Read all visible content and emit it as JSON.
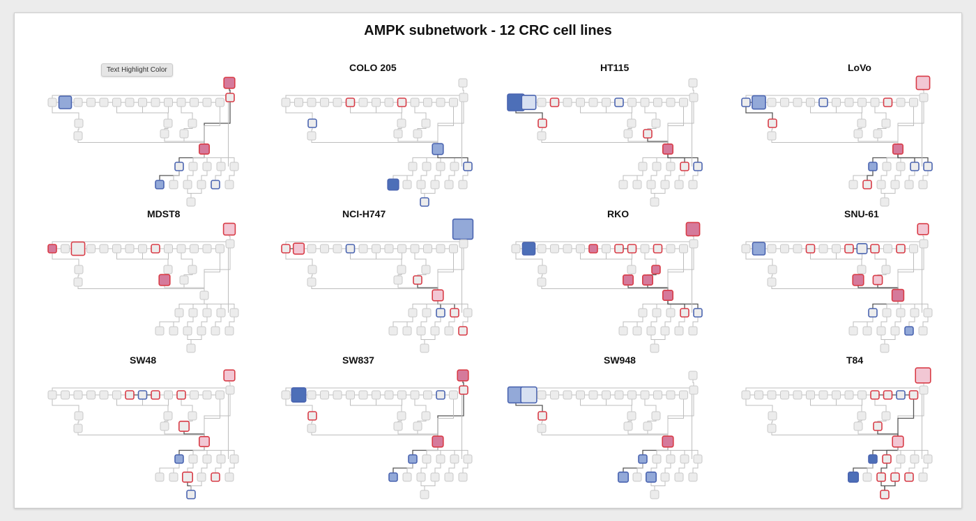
{
  "figure": {
    "title": "AMPK subnetwork - 12 CRC cell lines",
    "tooltip": "Text Highlight Color"
  },
  "colors": {
    "node_fill": "#ececec",
    "node_stroke": "#c8c8c8",
    "edge": "#bdbdbd",
    "edge_strong": "#555555",
    "red_stroke": "#d83b46",
    "blue_stroke": "#4a64b0",
    "red_fill_light": "#f2c7d4",
    "red_fill": "#d57a9b",
    "blue_fill_light": "#d7e0f1",
    "blue_fill": "#93a9d8",
    "blue_fill_dark": "#4d6fb8"
  },
  "panels": [
    {
      "title": ""
    },
    {
      "title": "COLO 205"
    },
    {
      "title": "HT115"
    },
    {
      "title": "LoVo"
    },
    {
      "title": "MDST8"
    },
    {
      "title": "NCI-H747"
    },
    {
      "title": "RKO"
    },
    {
      "title": "SNU-61"
    },
    {
      "title": "SW48"
    },
    {
      "title": "SW837"
    },
    {
      "title": "SW948"
    },
    {
      "title": "T84"
    }
  ]
}
